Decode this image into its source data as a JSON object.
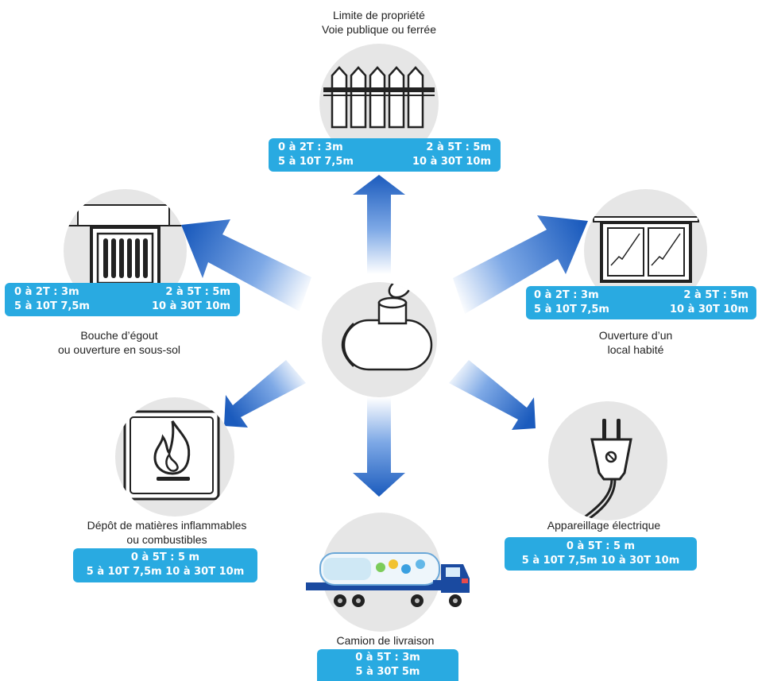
{
  "colors": {
    "badge": "#29aae1",
    "arrow_dark": "#1b5bbd",
    "circle": "#e6e6e6"
  },
  "nodes": {
    "top": {
      "icon": "fence-icon",
      "title": [
        "Limite de propriété",
        "Voie publique ou ferrée"
      ],
      "distances": [
        [
          "0 à 2T : 3m",
          "2 à 5T : 5m"
        ],
        [
          "5  à 10T 7,5m",
          "10 à 30T 10m"
        ]
      ]
    },
    "top_left": {
      "icon": "sewer-drain-icon",
      "title": [
        "Bouche d’égout",
        "ou ouverture en sous-sol"
      ],
      "distances": [
        [
          "0 à 2T : 3m",
          "2 à 5T : 5m"
        ],
        [
          "5  à 10T 7,5m",
          "10 à 30T 10m"
        ]
      ]
    },
    "top_right": {
      "icon": "window-icon",
      "title": [
        "Ouverture d’un",
        "local habité"
      ],
      "distances": [
        [
          "0 à 2T : 3m",
          "2 à 5T : 5m"
        ],
        [
          "5  à 10T 7,5m",
          "10 à 30T 10m"
        ]
      ]
    },
    "bottom_left": {
      "icon": "flame-icon",
      "title": [
        "Dépôt de matières inflammables",
        "ou combustibles"
      ],
      "distances": [
        "0 à 5T : 5 m",
        "5 à 10T 7,5m 10 à 30T 10m"
      ]
    },
    "bottom_right": {
      "icon": "electric-plug-icon",
      "title": [
        "Appareillage électrique"
      ],
      "distances": [
        "0 à 5T : 5 m",
        "5 à 10T 7,5m 10 à 30T 10m"
      ]
    },
    "bottom": {
      "icon": "delivery-truck-icon",
      "title": [
        "Camion de livraison"
      ],
      "distances": [
        "0 à 5T : 3m",
        "5 à 30T 5m"
      ]
    },
    "center": {
      "icon": "propane-tank-icon"
    }
  }
}
